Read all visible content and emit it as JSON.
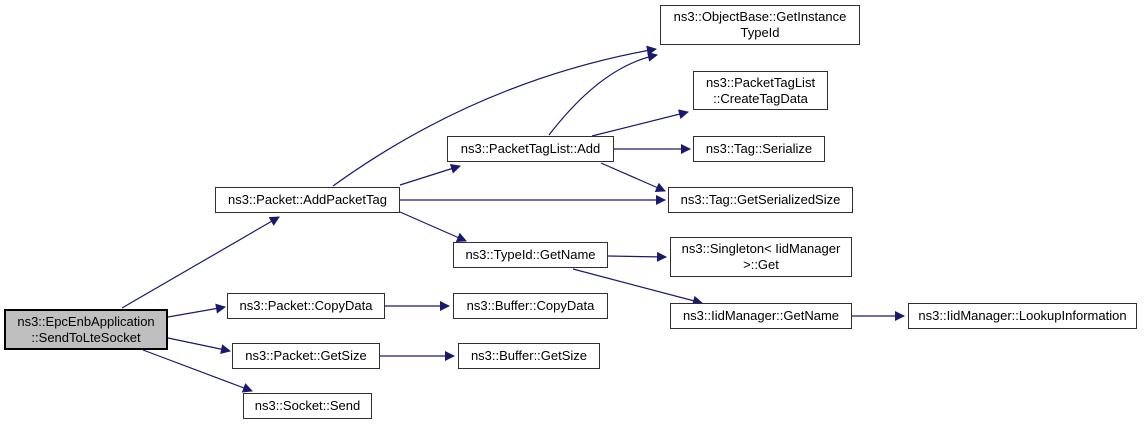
{
  "diagram": {
    "type": "call-graph",
    "tool_style": "doxygen",
    "colors": {
      "background": "#ffffff",
      "edge": "#191970",
      "node_fill": "#ffffff",
      "node_border": "#2f2f2f",
      "highlight_fill": "#bfbfbf",
      "text": "#000000"
    },
    "nodes": {
      "sendToLteSocket": {
        "line1": "ns3::EpcEnbApplication",
        "line2": "::SendToLteSocket",
        "highlighted": true
      },
      "addPacketTag": {
        "label": "ns3::Packet::AddPacketTag"
      },
      "packetCopyData": {
        "label": "ns3::Packet::CopyData"
      },
      "bufferCopyData": {
        "label": "ns3::Buffer::CopyData"
      },
      "packetGetSize": {
        "label": "ns3::Packet::GetSize"
      },
      "bufferGetSize": {
        "label": "ns3::Buffer::GetSize"
      },
      "socketSend": {
        "label": "ns3::Socket::Send"
      },
      "getInstanceTypeId": {
        "line1": "ns3::ObjectBase::GetInstance",
        "line2": "TypeId"
      },
      "createTagData": {
        "line1": "ns3::PacketTagList",
        "line2": "::CreateTagData"
      },
      "packetTagListAdd": {
        "label": "ns3::PacketTagList::Add"
      },
      "tagSerialize": {
        "label": "ns3::Tag::Serialize"
      },
      "tagGetSerializedSize": {
        "label": "ns3::Tag::GetSerializedSize"
      },
      "typeIdGetName": {
        "label": "ns3::TypeId::GetName"
      },
      "singletonGet": {
        "line1": "ns3::Singleton< IidManager",
        "line2": ">::Get"
      },
      "iidManagerGetName": {
        "label": "ns3::IidManager::GetName"
      },
      "lookupInformation": {
        "label": "ns3::IidManager::LookupInformation"
      }
    },
    "edges": [
      {
        "from": "sendToLteSocket",
        "to": "addPacketTag"
      },
      {
        "from": "sendToLteSocket",
        "to": "packetCopyData"
      },
      {
        "from": "sendToLteSocket",
        "to": "packetGetSize"
      },
      {
        "from": "sendToLteSocket",
        "to": "socketSend"
      },
      {
        "from": "addPacketTag",
        "to": "getInstanceTypeId"
      },
      {
        "from": "addPacketTag",
        "to": "packetTagListAdd"
      },
      {
        "from": "addPacketTag",
        "to": "tagGetSerializedSize"
      },
      {
        "from": "addPacketTag",
        "to": "typeIdGetName"
      },
      {
        "from": "packetTagListAdd",
        "to": "getInstanceTypeId"
      },
      {
        "from": "packetTagListAdd",
        "to": "createTagData"
      },
      {
        "from": "packetTagListAdd",
        "to": "tagSerialize"
      },
      {
        "from": "packetTagListAdd",
        "to": "tagGetSerializedSize"
      },
      {
        "from": "typeIdGetName",
        "to": "singletonGet"
      },
      {
        "from": "typeIdGetName",
        "to": "iidManagerGetName"
      },
      {
        "from": "iidManagerGetName",
        "to": "lookupInformation"
      },
      {
        "from": "packetCopyData",
        "to": "bufferCopyData"
      },
      {
        "from": "packetGetSize",
        "to": "bufferGetSize"
      }
    ]
  }
}
